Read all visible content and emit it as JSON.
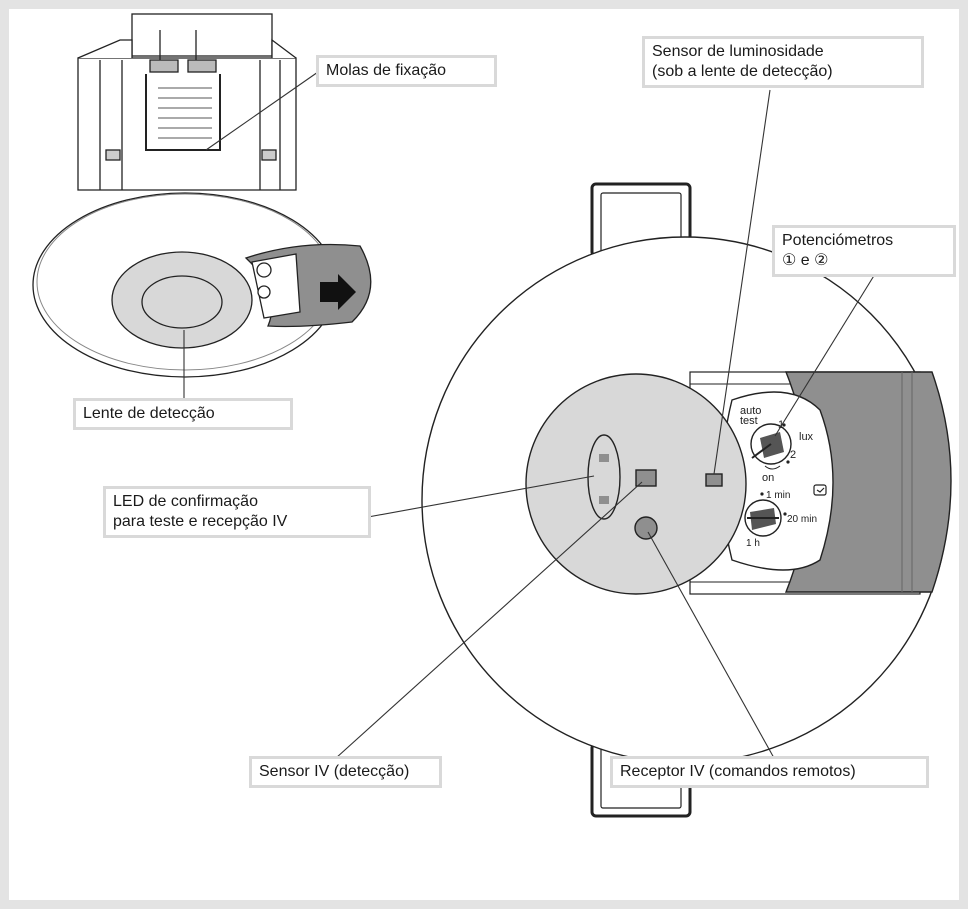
{
  "labels": {
    "springs": "Molas de fixação",
    "lens": "Lente de detecção",
    "led_line1": "LED de confirmação",
    "led_line2": "para teste e recepção IV",
    "light_sensor_line1": "Sensor de luminosidade",
    "light_sensor_line2": "(sob a lente de detecção)",
    "pots_line1": "Potenciómetros",
    "pots_line2": "① e ②",
    "ir_sensor": "Sensor IV (detecção)",
    "ir_receiver": "Receptor IV (comandos remotos)"
  },
  "dial": {
    "auto": "auto",
    "test": "test",
    "lux": "lux",
    "on": "on",
    "min1": "1 min",
    "min20": "20 min",
    "h1": "1 h",
    "num1": "1",
    "num2": "2"
  },
  "colors": {
    "frame_border": "#e3e3e3",
    "callout_border": "#d9d9d9",
    "shade_dark": "#8f8f8f",
    "shade_light": "#d8d8d8"
  }
}
